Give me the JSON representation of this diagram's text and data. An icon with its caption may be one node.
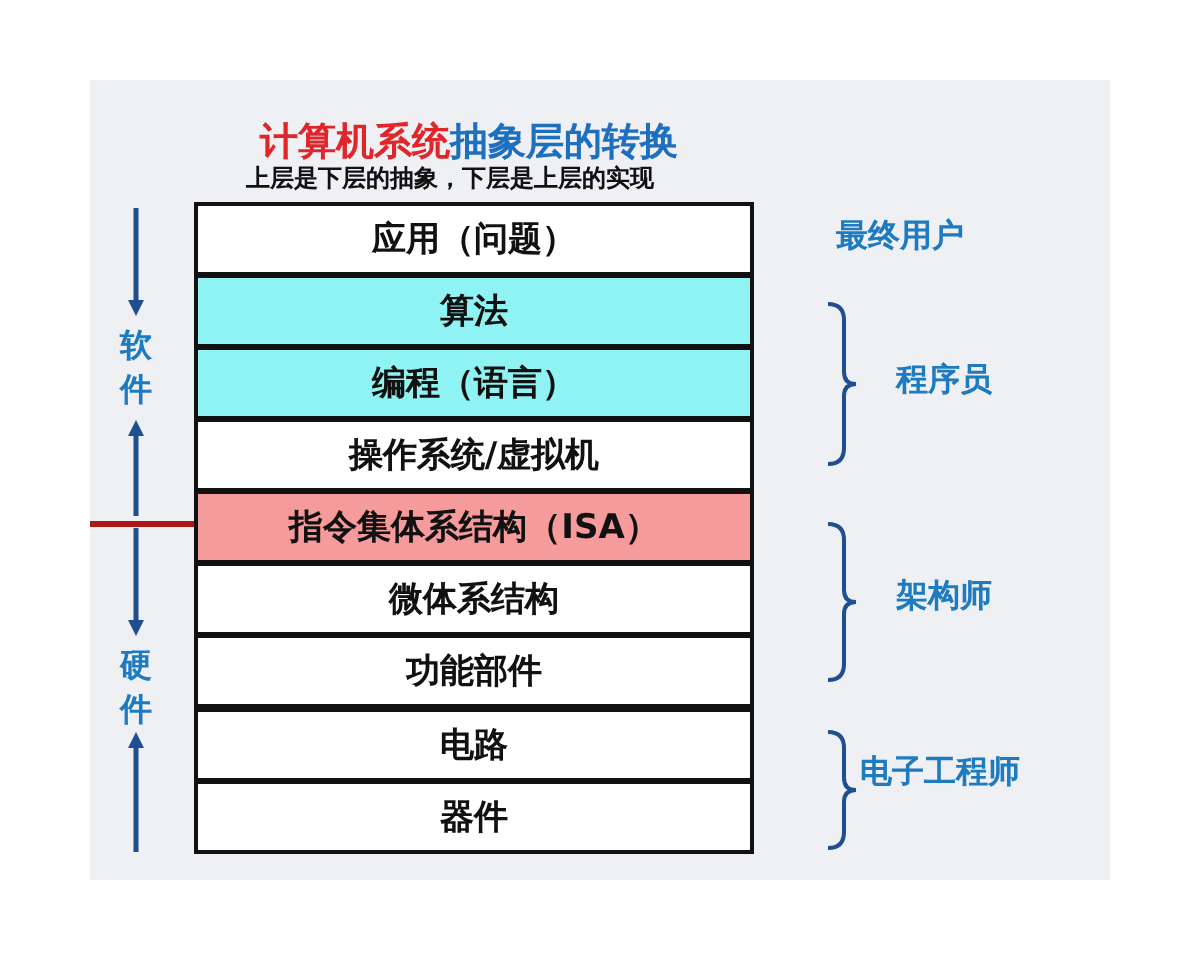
{
  "diagram": {
    "title": "计算机系统抽象层的转换",
    "nodes": [
      {
        "text": [
          "应用（问题）"
        ]
      },
      {
        "text": [
          "算法"
        ]
      },
      {
        "text": [
          "编程（语言）"
        ]
      },
      {
        "text": [
          "操作系统/虚拟机"
        ]
      },
      {
        "text": [
          "指令集体系结构（ISA）"
        ]
      },
      {
        "text": [
          "微体系结构"
        ]
      },
      {
        "text": [
          "功能部件"
        ]
      },
      {
        "text": [
          "电路"
        ]
      },
      {
        "text": [
          "器件"
        ]
      }
    ],
    "edges": [],
    "labels": [
      "上层是下层的抽象，下层是上层的实现",
      "软件",
      "最终用户",
      "程序员",
      "硬件",
      "架构师",
      "电子工程师"
    ]
  }
}
